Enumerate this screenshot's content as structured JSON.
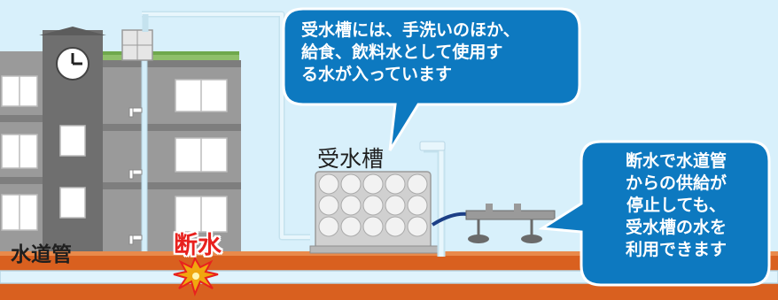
{
  "labels": {
    "water_main": "水道管",
    "outage": "断水",
    "tank": "受水槽"
  },
  "callouts": {
    "top": {
      "lines": [
        "受水槽には、手洗いのほか、",
        "給食、飲料水として使用す",
        "る水が入っています"
      ]
    },
    "right": {
      "lines": [
        "断水で水道管",
        "からの供給が",
        "停止しても、",
        "受水槽の水を",
        "利用できます"
      ]
    }
  },
  "icons": {
    "clock": "clock-icon",
    "burst": "pipe-burst-icon"
  },
  "colors": {
    "background": "#d8f0fb",
    "ground": "#d9601f",
    "building": "#8c8c8c",
    "callout": "#0d79c0",
    "pipe": "#dff3fc",
    "outage_text": "#e8211e"
  }
}
